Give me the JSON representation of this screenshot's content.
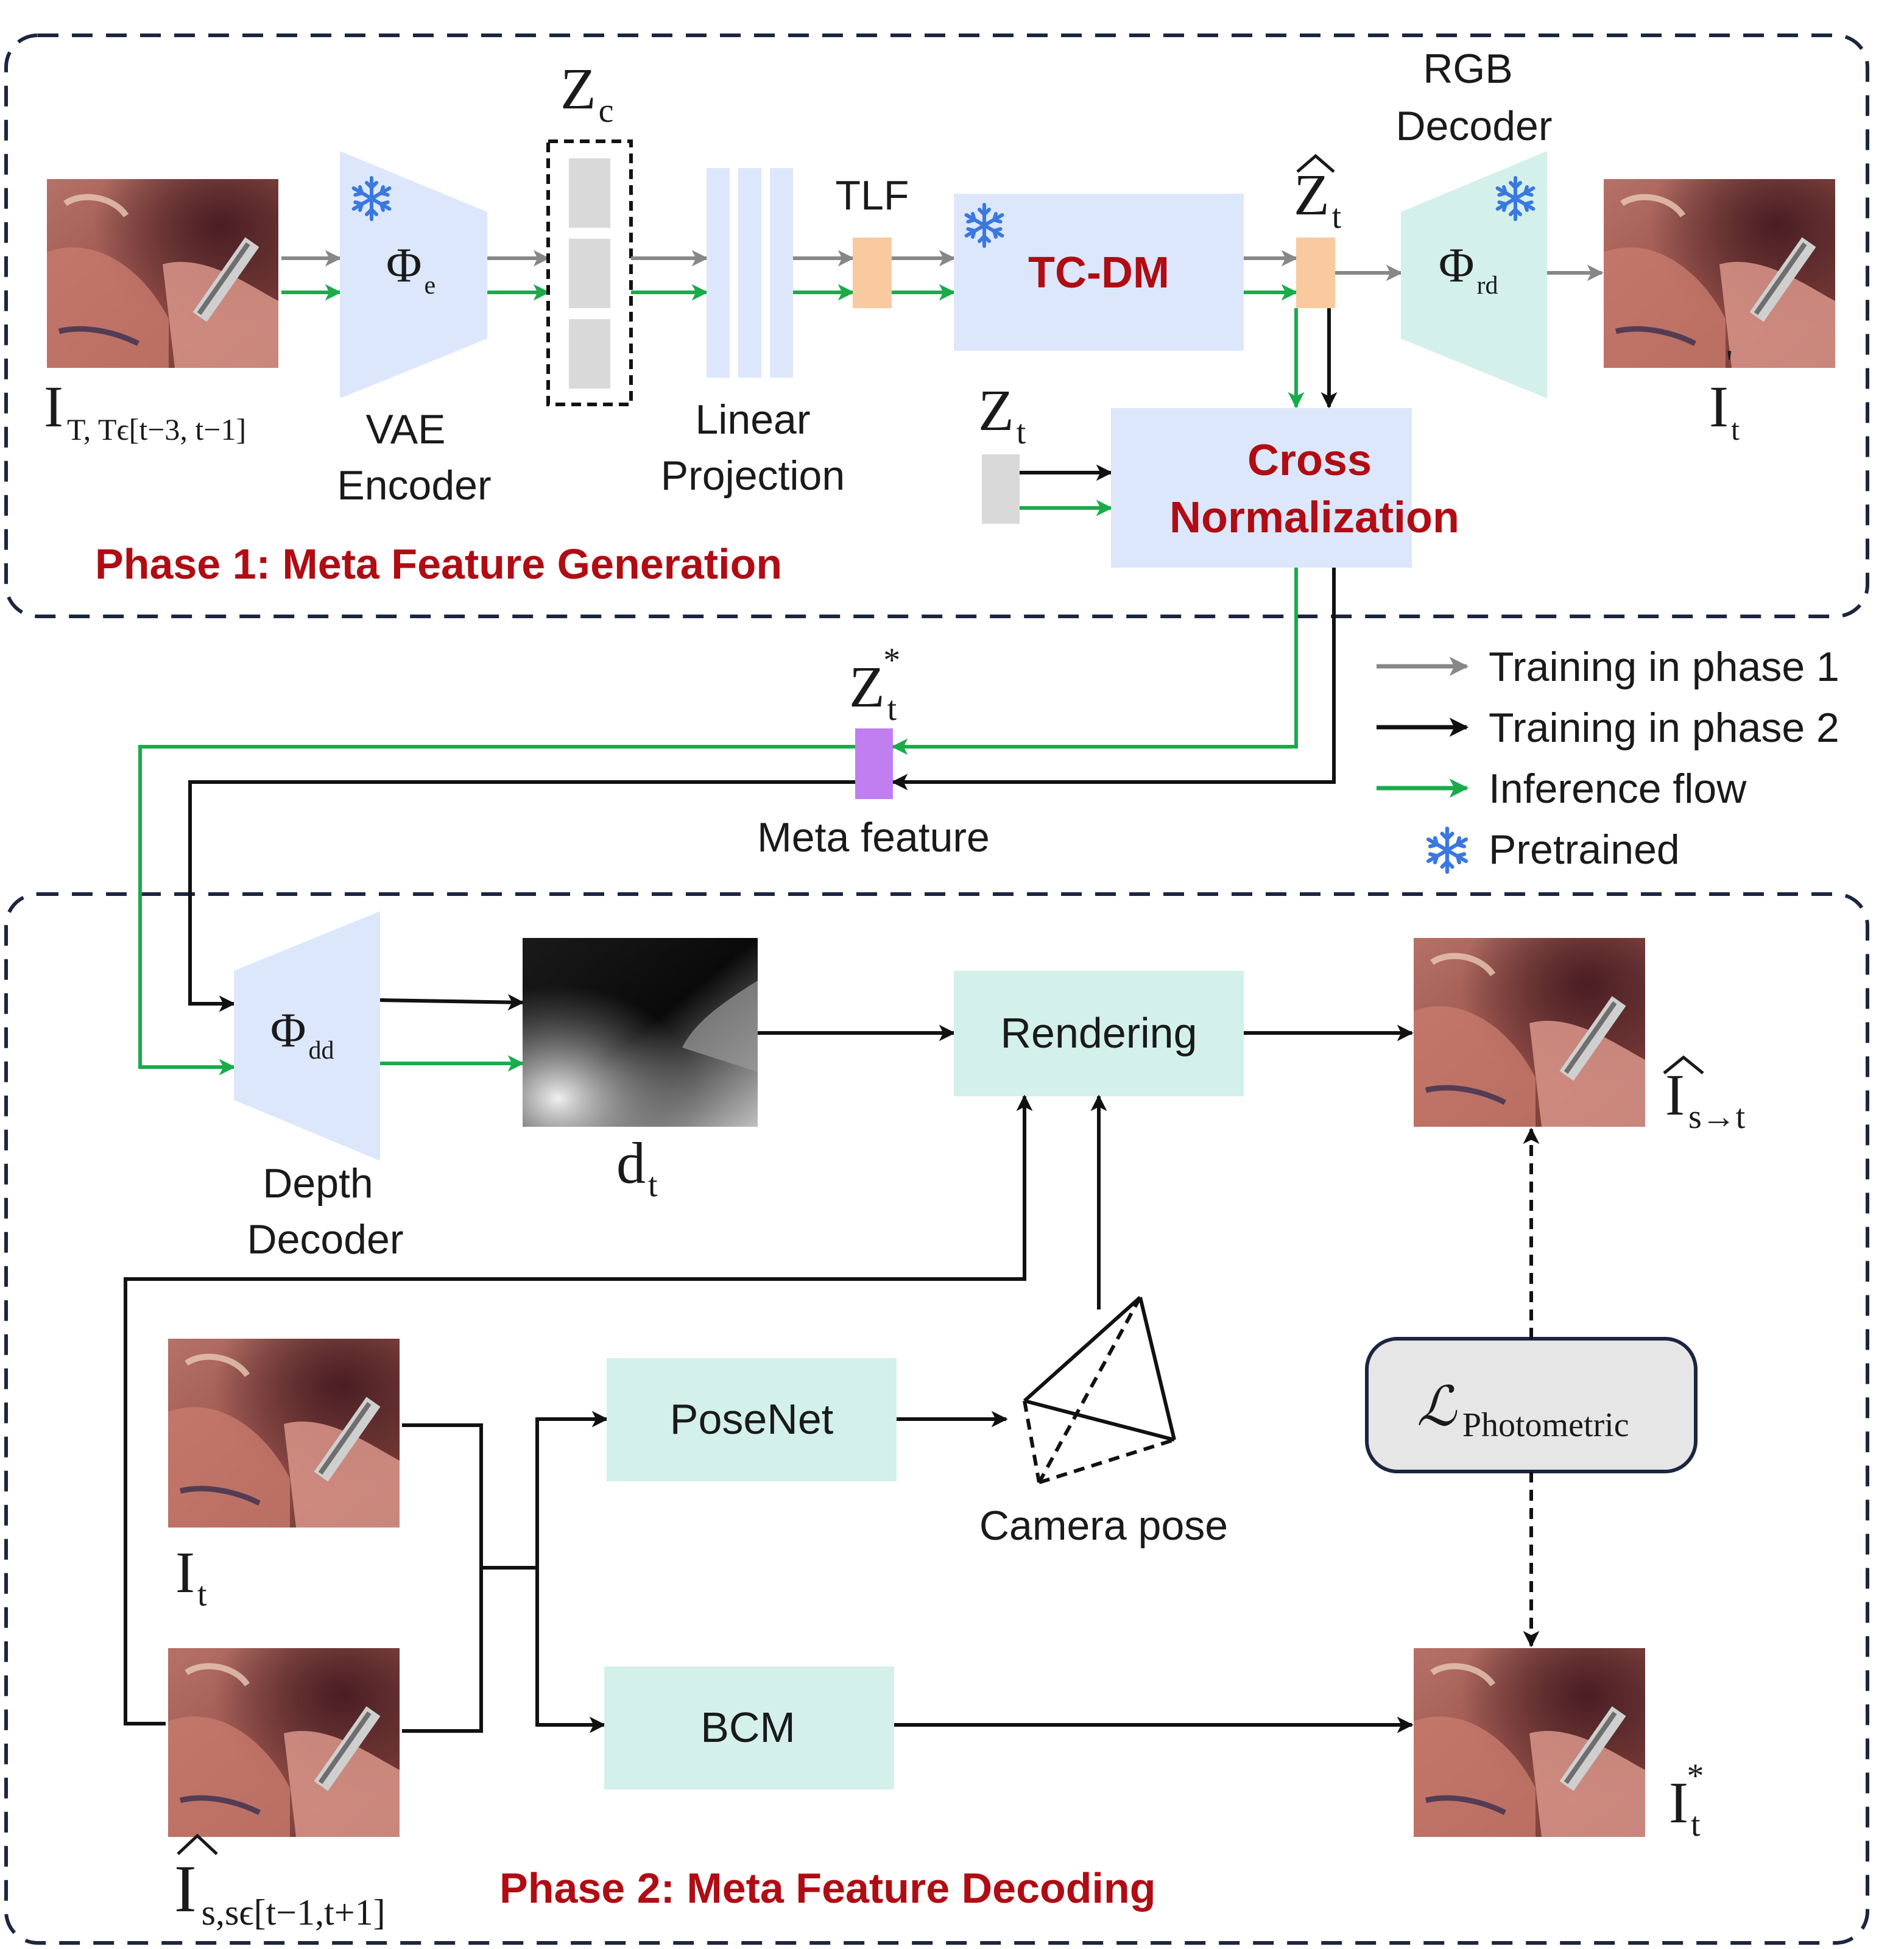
{
  "phase1": {
    "title": "Phase 1: Meta Feature Generation",
    "input_base": "I",
    "input_sub": "T, Tϵ[t−3, t−1]",
    "encoder_symbol": "Φ",
    "encoder_sub": "e",
    "encoder_label_1": "VAE",
    "encoder_label_2": "Encoder",
    "zc_base": "Z",
    "zc_sub": "c",
    "linear_label_1": "Linear",
    "linear_label_2": "Projection",
    "tlf_label": "TLF",
    "tcdm_label": "TC-DM",
    "zhat_base": "Z",
    "zhat_sub": "t",
    "decoder_label_1": "RGB",
    "decoder_label_2": "Decoder",
    "decoder_symbol": "Φ",
    "decoder_sub": "rd",
    "output_base": "I",
    "output_sup": "'",
    "output_sub": "t",
    "zt_base": "Z",
    "zt_sub": "t",
    "crossnorm_label_1": "Cross",
    "crossnorm_label_2": "Normalization"
  },
  "meta": {
    "z_base": "Z",
    "z_sub": "t",
    "z_sup": "*",
    "label": "Meta feature"
  },
  "legend": {
    "items": [
      {
        "label": "Training in phase 1",
        "color": "#878787"
      },
      {
        "label": "Training in phase 2",
        "color": "#111111"
      },
      {
        "label": "Inference flow",
        "color": "#1aab4b"
      },
      {
        "label": "Pretrained",
        "color": "#3a78e0"
      }
    ]
  },
  "phase2": {
    "title": "Phase 2: Meta Feature Decoding",
    "depth_symbol": "Φ",
    "depth_sub": "dd",
    "depth_label_1": "Depth",
    "depth_label_2": "Decoder",
    "dt_base": "d",
    "dt_sub": "t",
    "rendering_label": "Rendering",
    "ist_base": "I",
    "ist_sub": "s→t",
    "it_base": "I",
    "it_sub": "t",
    "is_base": "I",
    "is_sub": "s,sϵ[t−1,t+1]",
    "posenet_label": "PoseNet",
    "camera_label": "Camera pose",
    "loss_symbol": "ℒ",
    "loss_sub": "Photometric",
    "bcm_label": "BCM",
    "istar_base": "I",
    "istar_sup": "*",
    "istar_sub": "t"
  },
  "colors": {
    "phase_title": "#b00c14",
    "light_blue_box": "#dce7fb",
    "teal_box": "#d3f0ea",
    "orange_tlf": "#f9c9a0",
    "purple_meta": "#c07ef0",
    "gray_latent": "#d9d9d9",
    "dashed_border": "#1c2540"
  }
}
